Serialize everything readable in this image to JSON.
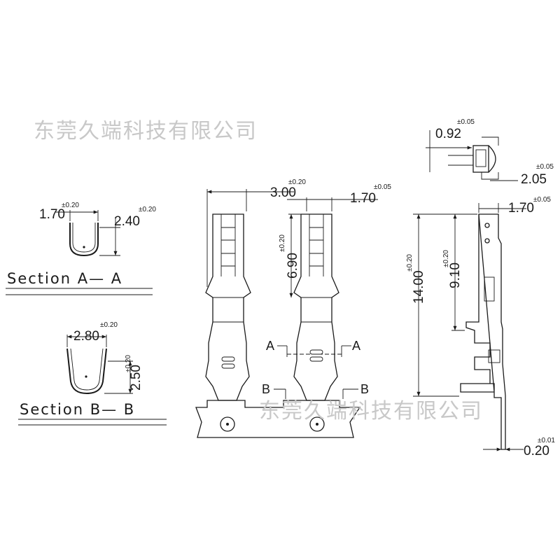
{
  "watermark": {
    "text": "东莞久端科技有限公司"
  },
  "sections": {
    "aa": {
      "title": "Section A— A",
      "width": "1.70",
      "width_tol": "±0.20",
      "height": "2.40",
      "height_tol": "±0.20"
    },
    "bb": {
      "title": "Section B— B",
      "width": "2.80",
      "width_tol": "±0.20",
      "height": "2.50",
      "height_tol": "±0.20"
    }
  },
  "front_view": {
    "overall_width": "3.00",
    "overall_width_tol": "±0.20",
    "contact_width": "1.70",
    "contact_width_tol": "±0.05",
    "contact_length": "6.90",
    "contact_length_tol": "±0.20",
    "mark_a": "A",
    "mark_b": "B"
  },
  "side_view": {
    "width": "1.70",
    "width_tol": "±0.05",
    "total_length": "14.00",
    "total_length_tol": "±0.20",
    "contact_length": "9.10",
    "contact_length_tol": "±0.20",
    "thickness": "0.20",
    "thickness_tol": "±0.01"
  },
  "end_view": {
    "width": "0.92",
    "width_tol": "±0.05",
    "height": "2.05",
    "height_tol": "±0.05"
  }
}
